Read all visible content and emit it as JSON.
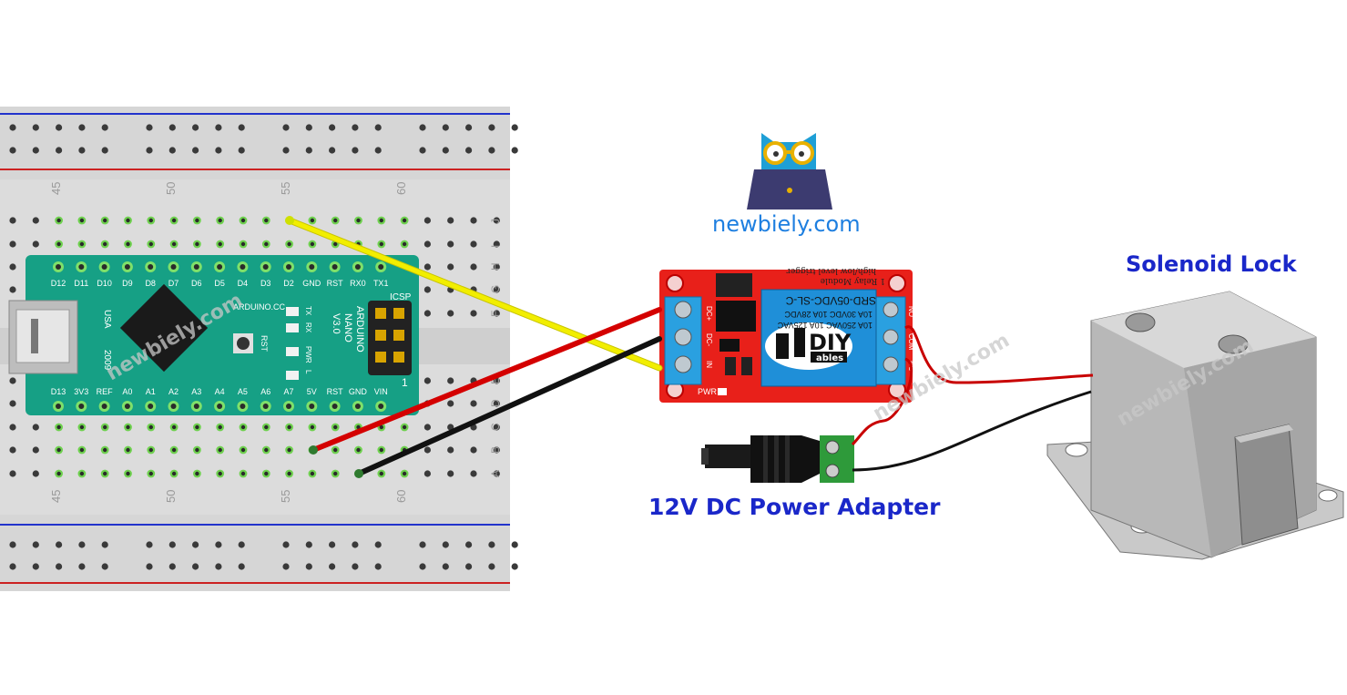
{
  "brand": {
    "text": "newbiely.com",
    "watermark": "newbiely.com",
    "color": "#1e7fe0"
  },
  "labels": {
    "solenoid": "Solenoid Lock",
    "adapter": "12V DC Power Adapter",
    "color": "#1a27c9"
  },
  "breadboard": {
    "column_numbers": [
      "45",
      "50",
      "55",
      "60"
    ],
    "row_letters_top": [
      "J",
      "I",
      "H",
      "G",
      "F"
    ],
    "row_letters_bottom": [
      "E",
      "D",
      "C",
      "B",
      "A"
    ]
  },
  "arduino": {
    "top_pins": [
      "D12",
      "D11",
      "D10",
      "D9",
      "D8",
      "D7",
      "D6",
      "D5",
      "D4",
      "D3",
      "D2",
      "GND",
      "RST",
      "RX0",
      "TX1"
    ],
    "bottom_pins": [
      "D13",
      "3V3",
      "REF",
      "A0",
      "A1",
      "A2",
      "A3",
      "A4",
      "A5",
      "A6",
      "A7",
      "5V",
      "RST",
      "GND",
      "VIN"
    ],
    "board_text": [
      "ARDUINO",
      "NANO",
      "V3.0"
    ],
    "site": "ARDUINO.CC",
    "usa": "USA",
    "year": "2009",
    "icsp": "ICSP",
    "led_labels": [
      "TX",
      "RX",
      "PWR",
      "L"
    ],
    "rst": "RST",
    "pin_one": "1"
  },
  "relay": {
    "title": "1 Relay Module",
    "subtitle": "high/low level trigger",
    "relay_model": "SRD-05VDC-SL-C",
    "ratings": [
      "10A 250VAC 10A 125VAC",
      "10A 30VDC 10A 28VDC"
    ],
    "logo_top": "DIY",
    "logo_bottom": "ables",
    "left_pins": [
      "DC+",
      "DC-",
      "IN"
    ],
    "right_pins": [
      "NO",
      "COM",
      "NC"
    ],
    "pwr": "PWR"
  },
  "colors": {
    "wire_red": "#d40000",
    "wire_black": "#111111",
    "wire_yellow": "#f2ee00",
    "arduino_board": "#16a085",
    "relay_board": "#e8201a",
    "relay_block": "#1f8fd8",
    "terminal": "#2aa0e0"
  }
}
